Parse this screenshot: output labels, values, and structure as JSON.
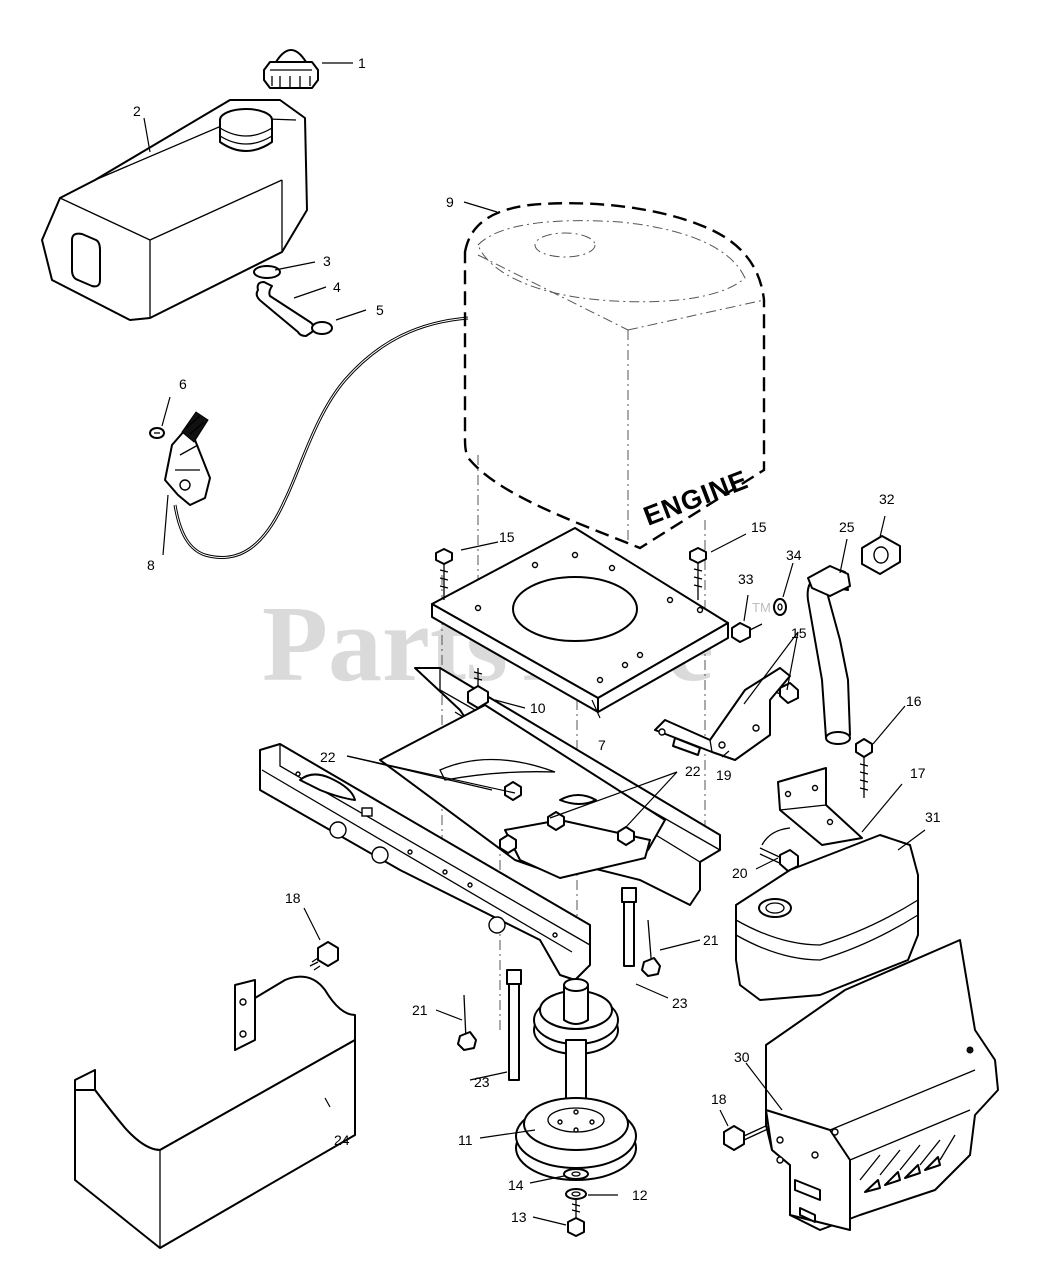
{
  "watermark": {
    "text": "PartsTree",
    "trademark": "TM"
  },
  "engine_label": "ENGINE",
  "callouts": [
    {
      "id": "c1",
      "text": "1"
    },
    {
      "id": "c2",
      "text": "2"
    },
    {
      "id": "c3",
      "text": "3"
    },
    {
      "id": "c4",
      "text": "4"
    },
    {
      "id": "c5",
      "text": "5"
    },
    {
      "id": "c6",
      "text": "6"
    },
    {
      "id": "c7",
      "text": "7"
    },
    {
      "id": "c8",
      "text": "8"
    },
    {
      "id": "c9",
      "text": "9"
    },
    {
      "id": "c10",
      "text": "10"
    },
    {
      "id": "c11",
      "text": "11"
    },
    {
      "id": "c12",
      "text": "12"
    },
    {
      "id": "c13",
      "text": "13"
    },
    {
      "id": "c14",
      "text": "14"
    },
    {
      "id": "c15a",
      "text": "15"
    },
    {
      "id": "c15b",
      "text": "15"
    },
    {
      "id": "c15c",
      "text": "15"
    },
    {
      "id": "c16",
      "text": "16"
    },
    {
      "id": "c17",
      "text": "17"
    },
    {
      "id": "c18a",
      "text": "18"
    },
    {
      "id": "c18b",
      "text": "18"
    },
    {
      "id": "c19",
      "text": "19"
    },
    {
      "id": "c20",
      "text": "20"
    },
    {
      "id": "c21a",
      "text": "21"
    },
    {
      "id": "c21b",
      "text": "21"
    },
    {
      "id": "c22a",
      "text": "22"
    },
    {
      "id": "c22b",
      "text": "22"
    },
    {
      "id": "c23a",
      "text": "23"
    },
    {
      "id": "c23b",
      "text": "23"
    },
    {
      "id": "c24",
      "text": "24"
    },
    {
      "id": "c25",
      "text": "25"
    },
    {
      "id": "c30",
      "text": "30"
    },
    {
      "id": "c31",
      "text": "31"
    },
    {
      "id": "c32",
      "text": "32"
    },
    {
      "id": "c33",
      "text": "33"
    },
    {
      "id": "c34",
      "text": "34"
    }
  ]
}
